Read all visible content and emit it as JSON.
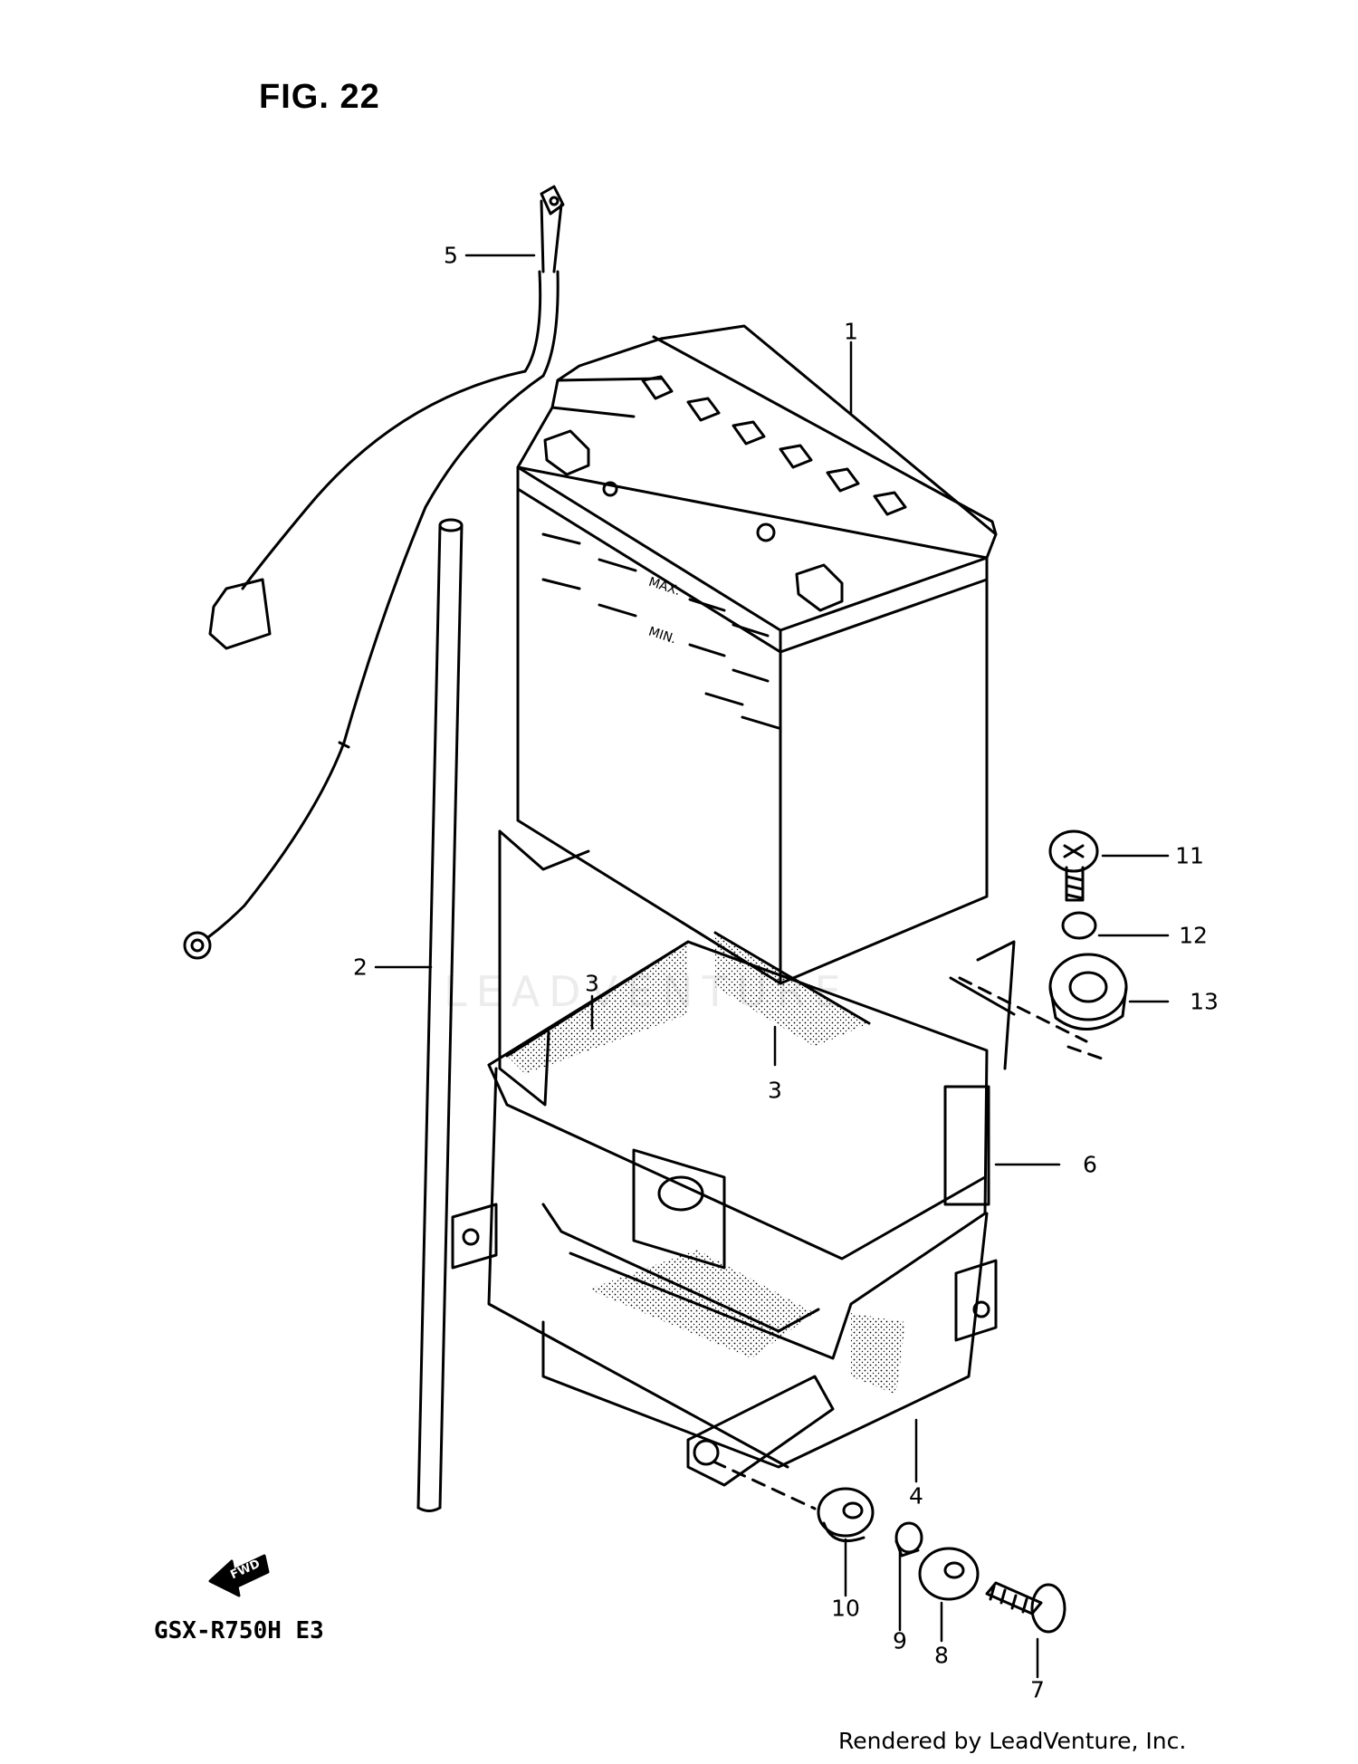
{
  "figure": {
    "title": "FIG. 22"
  },
  "model_code": "GSX-R750H E3",
  "credit": "Rendered by LeadVenture, Inc.",
  "watermark": "LEADVENTURE",
  "fwd_label": "FWD",
  "battery_marks": {
    "max": "MAX.",
    "min": "MIN."
  },
  "callouts": [
    {
      "number": "1",
      "part": "battery"
    },
    {
      "number": "2",
      "part": "breather-tube"
    },
    {
      "number": "3",
      "part": "battery-cushion"
    },
    {
      "number": "3",
      "part": "battery-cushion"
    },
    {
      "number": "4",
      "part": "battery-holder"
    },
    {
      "number": "5",
      "part": "battery-cable"
    },
    {
      "number": "6",
      "part": "battery-holder-band"
    },
    {
      "number": "7",
      "part": "screw"
    },
    {
      "number": "8",
      "part": "washer"
    },
    {
      "number": "9",
      "part": "spacer"
    },
    {
      "number": "10",
      "part": "cushion"
    },
    {
      "number": "11",
      "part": "screw"
    },
    {
      "number": "12",
      "part": "spacer"
    },
    {
      "number": "13",
      "part": "cushion"
    }
  ],
  "colors": {
    "line": "#000000",
    "background": "#ffffff"
  }
}
